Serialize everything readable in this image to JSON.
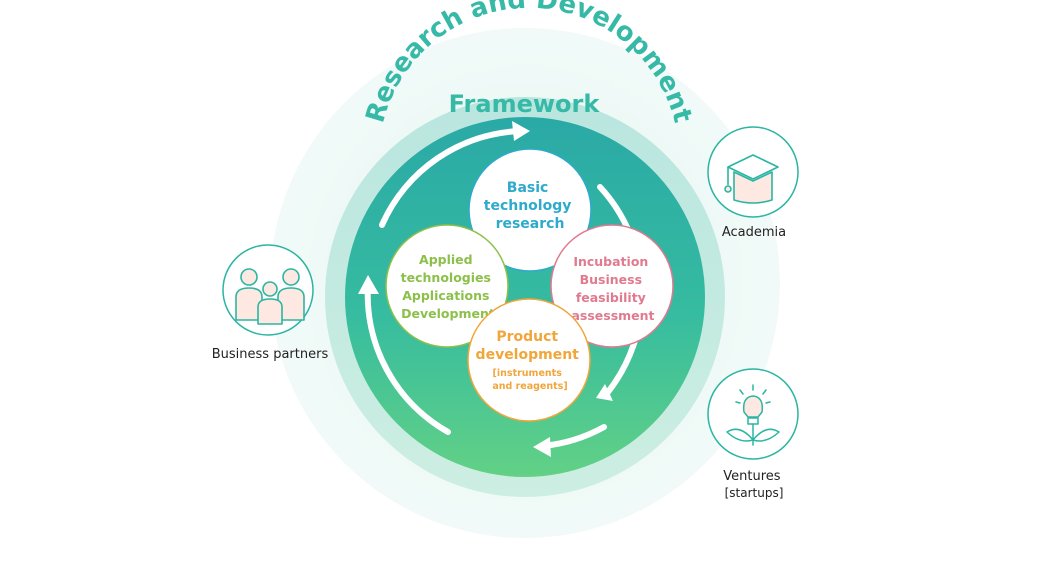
{
  "framework": {
    "title_line1": "Research and Development",
    "title_line2": "Framework"
  },
  "core": {
    "basic": {
      "line1": "Basic",
      "line2": "technology",
      "line3": "research"
    },
    "applied": {
      "line1": "Applied",
      "line2": "technologies",
      "line3": "Applications",
      "line4": "Development"
    },
    "incubation": {
      "line1": "Incubation",
      "line2": "Business",
      "line3": "feasibility",
      "line4": "assessment"
    },
    "product": {
      "line1": "Product",
      "line2": "development",
      "line3": "[instruments",
      "line4": "and reagents]"
    }
  },
  "partners": {
    "business": {
      "label": "Business partners",
      "icon": "people-group-icon"
    },
    "academia": {
      "label": "Academia",
      "icon": "graduation-cap-icon"
    },
    "ventures": {
      "label_line1": "Ventures",
      "label_line2": "[startups]",
      "icon": "lightbulb-sprout-icon"
    }
  },
  "colors": {
    "teal": "#2bb5a2",
    "title_teal": "#36b9a6",
    "basic_blue": "#2eaacb",
    "applied_green": "#8cc04a",
    "incubation_pink": "#e07a8f",
    "product_orange": "#f0a63a"
  }
}
